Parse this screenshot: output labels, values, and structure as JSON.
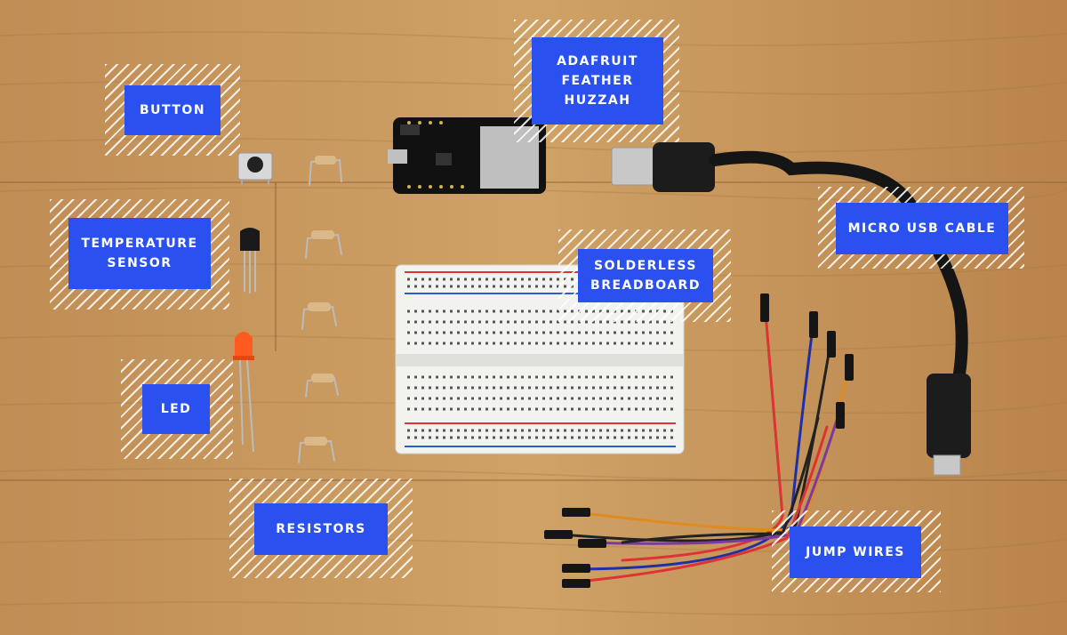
{
  "scene": {
    "description_name": "electronics-components-on-wood",
    "colors": {
      "wood": "#c8975a",
      "label_bg": "#2a50f0",
      "label_text": "#ffffff"
    }
  },
  "labels": {
    "button": "BUTTON",
    "feather": "ADAFRUIT\nFEATHER\nHUZZAH",
    "temperature": "TEMPERATURE\nSENSOR",
    "usb": "MICRO USB CABLE",
    "breadboard": "SOLDERLESS\nBREADBOARD",
    "led": "LED",
    "resistors": "RESISTORS",
    "wires": "JUMP WIRES"
  }
}
